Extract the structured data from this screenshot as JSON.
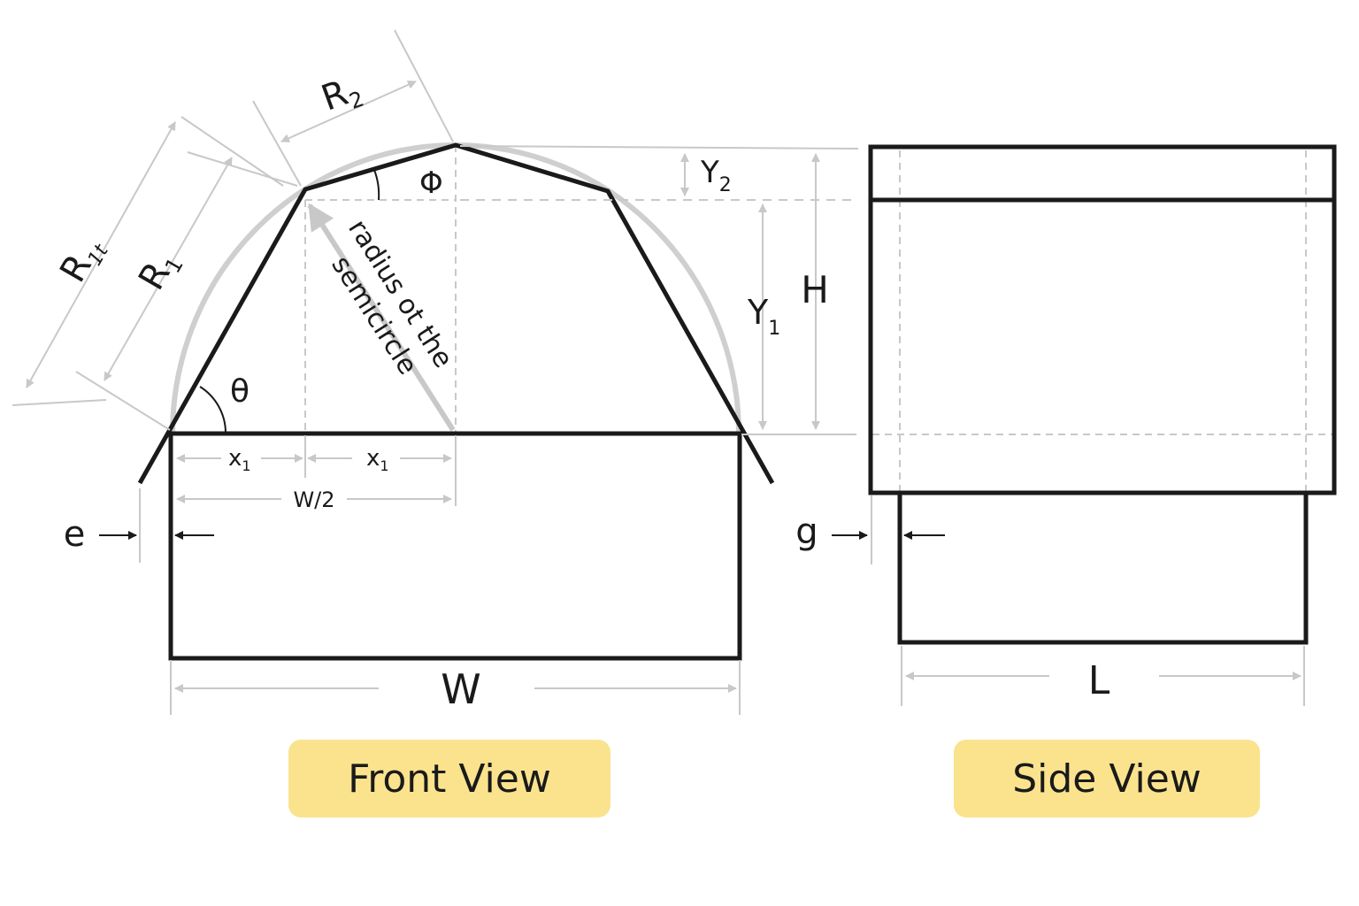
{
  "labels": {
    "r1t": "R",
    "r1t_sub": "1t",
    "r1": "R",
    "r1_sub": "1",
    "r2": "R",
    "r2_sub": "2",
    "phi": "Φ",
    "theta": "θ",
    "radius_line1": "radius ot the",
    "radius_line2": "semicircle",
    "x1": "x",
    "x1_sub": "1",
    "half_width": "W/2",
    "e": "e",
    "w": "W",
    "y2": "Y",
    "y2_sub": "2",
    "y1": "Y",
    "y1_sub": "1",
    "h": "H",
    "g": "g",
    "l": "L"
  },
  "views": {
    "front": "Front View",
    "side": "Side View"
  },
  "colors": {
    "outline": "#1a1a1a",
    "dimension": "#c8c8c8",
    "arc": "#cfcfcf",
    "button": "#fbe38e"
  }
}
